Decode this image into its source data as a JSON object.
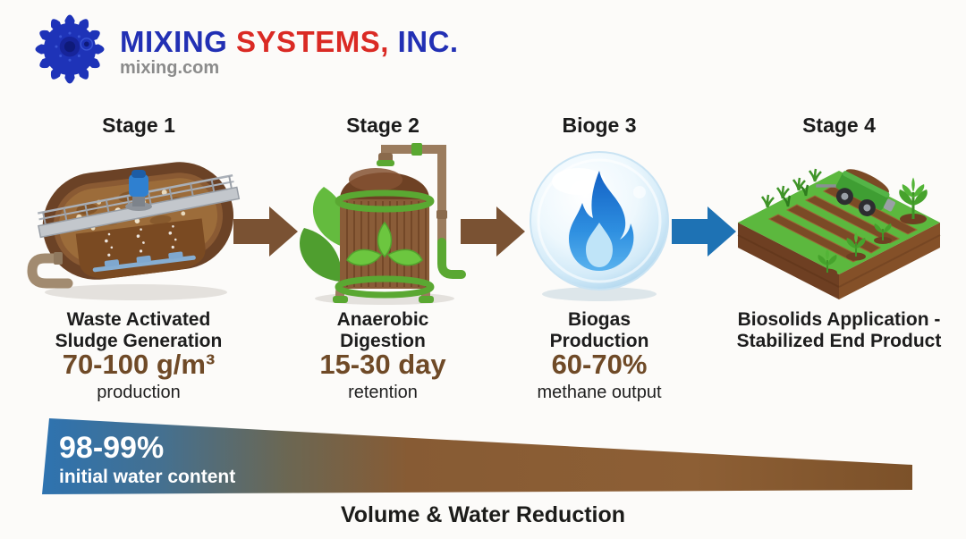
{
  "logo": {
    "gear_icon": "impeller-gear-icon",
    "brand_word1": "MIXING",
    "brand_word2": "SYSTEMS,",
    "brand_word3": "INC.",
    "website": "mixing.com",
    "brand_blue": "#2230b4",
    "brand_red": "#da2a24"
  },
  "stages": [
    {
      "header": "Stage 1",
      "illustration": "aeration-tank",
      "title_line1": "Waste Activated",
      "title_line2": "Sludge Generation",
      "stat": "70-100 g/m³",
      "stat_note": "production"
    },
    {
      "header": "Stage 2",
      "illustration": "anaerobic-digester-tank",
      "title_line1": "Anaerobic",
      "title_line2": "Digestion",
      "stat": "15-30 day",
      "stat_note": "retention"
    },
    {
      "header": "Bioge 3",
      "illustration": "biogas-flame-orb",
      "title_line1": "Biogas",
      "title_line2": "Production",
      "stat": "60-70%",
      "stat_note": "methane output"
    },
    {
      "header": "Stage 4",
      "illustration": "biosolids-farm-field",
      "title_line1": "Biosolids Application -",
      "title_line2": "Stabilized End Product",
      "stat": "",
      "stat_note": ""
    }
  ],
  "arrows": [
    {
      "icon": "arrow-right-icon",
      "color": "#7a5233"
    },
    {
      "icon": "arrow-right-icon",
      "color": "#7a5233"
    },
    {
      "icon": "arrow-right-icon",
      "color": "#1e72b4"
    }
  ],
  "water_bar": {
    "stat": "98-99%",
    "label": "initial water content",
    "gradient_start": "#2e73b0",
    "gradient_end": "#7c5129"
  },
  "footer": {
    "title": "Volume & Water Reduction"
  },
  "stat_color": "#6f4a27"
}
